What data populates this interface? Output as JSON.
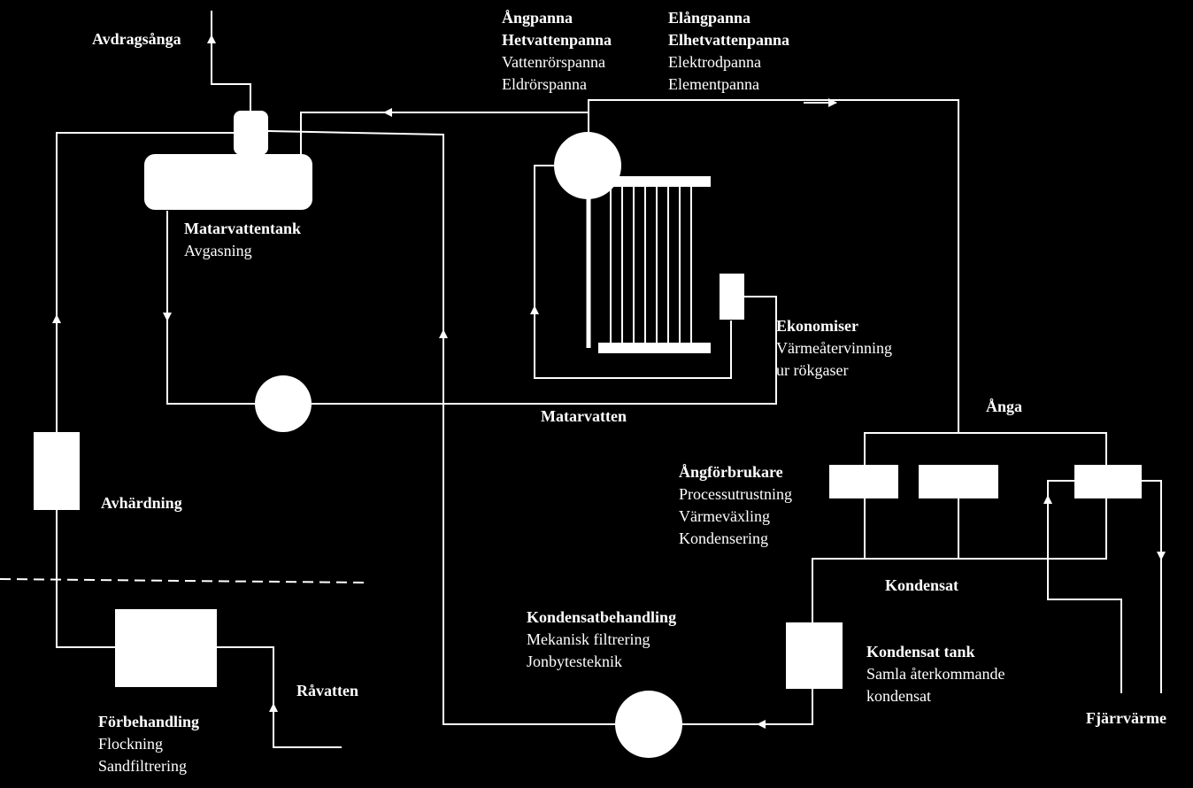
{
  "labels": {
    "avdragsanga": "Avdragsånga",
    "boiler_steam": {
      "title1": "Ångpanna",
      "title2": "Hetvattenpanna",
      "line1": "Vattenrörspanna",
      "line2": "Eldrörspanna"
    },
    "boiler_electric": {
      "title1": "Elångpanna",
      "title2": "Elhetvattenpanna",
      "line1": "Elektrodpanna",
      "line2": "Elementpanna"
    },
    "feedwater_tank": {
      "title": "Matarvattentank",
      "line1": "Avgasning"
    },
    "economiser": {
      "title": "Ekonomiser",
      "line1": "Värmeåtervinning",
      "line2": "ur rökgaser"
    },
    "feedwater": "Matarvatten",
    "steam": "Ånga",
    "steam_consumers": {
      "title": "Ångförbrukare",
      "line1": "Processutrustning",
      "line2": "Värmeväxling",
      "line3": "Kondensering"
    },
    "softening": "Avhärdning",
    "condensate": "Kondensat",
    "condensate_treatment": {
      "title": "Kondensatbehandling",
      "line1": "Mekanisk  filtrering",
      "line2": "Jonbytesteknik"
    },
    "condensate_tank": {
      "title": "Kondensat tank",
      "line1": "Samla återkommande",
      "line2": "kondensat"
    },
    "raw_water": "Råvatten",
    "district_heating": "Fjärrvärme",
    "pretreatment": {
      "title": "Förbehandling",
      "line1": "Flockning",
      "line2": "Sandfiltrering"
    }
  },
  "colors": {
    "background": "#000000",
    "foreground": "#ffffff"
  }
}
